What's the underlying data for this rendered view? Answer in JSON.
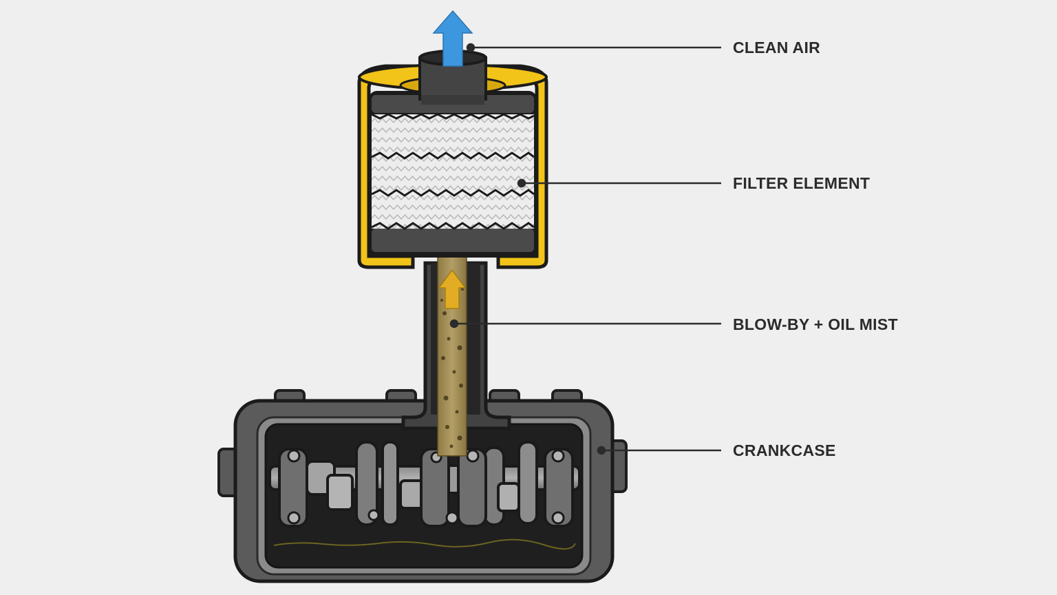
{
  "callouts": {
    "clean_air": "CLEAN AIR",
    "filter_element": "FILTER ELEMENT",
    "blow_by": "BLOW-BY + OIL MIST",
    "crankcase": "CRANKCASE"
  },
  "colors": {
    "background": "#efefef",
    "housing_yellow": "#f2c318",
    "metal_dark": "#2e2e2e",
    "metal_mid": "#6b6b6b",
    "metal_light": "#9a9a9a",
    "filter_white": "#ececec",
    "oil_mist": "#a8925a",
    "arrow_blue": "#3d97de",
    "arrow_yellow": "#e2ad24",
    "leader_line": "#2b2b2b"
  }
}
